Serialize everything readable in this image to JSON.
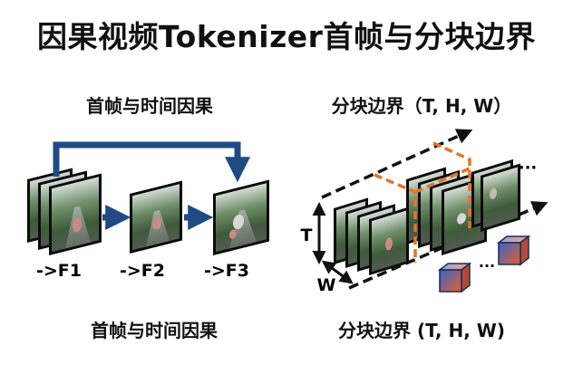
{
  "title": "因果视频Tokenizer首帧与分块边界",
  "left_panel": {
    "heading": "首帧与时间因果",
    "caption": "首帧与时间因果",
    "frame_labels": [
      "->F1",
      "->F2",
      "->F3"
    ]
  },
  "right_panel": {
    "heading": "分块边界（T, H, W）",
    "caption": "分块边界 (T, H, W)",
    "axis_t": "T",
    "axis_w": "W",
    "ellipsis_top": "···",
    "ellipsis_cubes": "···"
  },
  "colors": {
    "arrow_blue": "#1f4a84",
    "boundary_orange": "#e0762b",
    "cube_blue": "#3a64c8",
    "cube_orange": "#e2602f",
    "frame_dark": "#0c0c0c"
  }
}
